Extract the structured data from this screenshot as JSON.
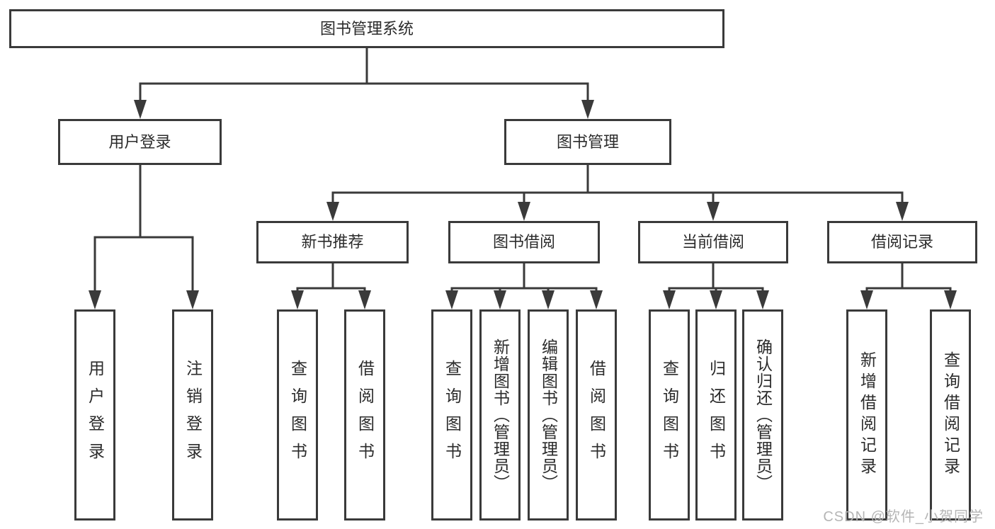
{
  "tree": {
    "label": "图书管理系统",
    "children": [
      {
        "label": "用户登录",
        "children": [
          {
            "label": "用户登录"
          },
          {
            "label": "注销登录"
          }
        ]
      },
      {
        "label": "图书管理",
        "children": [
          {
            "label": "新书推荐",
            "children": [
              {
                "label": "查询图书"
              },
              {
                "label": "借阅图书"
              }
            ]
          },
          {
            "label": "图书借阅",
            "children": [
              {
                "label": "查询图书"
              },
              {
                "label": "新增图书（管理员）"
              },
              {
                "label": "编辑图书（管理员）"
              },
              {
                "label": "借阅图书"
              }
            ]
          },
          {
            "label": "当前借阅",
            "children": [
              {
                "label": "查询图书"
              },
              {
                "label": "归还图书"
              },
              {
                "label": "确认归还（管理员）"
              }
            ]
          },
          {
            "label": "借阅记录",
            "children": [
              {
                "label": "新增借阅记录"
              },
              {
                "label": "查询借阅记录"
              }
            ]
          }
        ]
      }
    ]
  },
  "watermark": {
    "text": "CSDN @软件_小贺同学"
  },
  "colors": {
    "line": "#3a3a3a",
    "text": "#2b2b2b",
    "watermark": "#b5b5b5",
    "background": "#ffffff"
  }
}
